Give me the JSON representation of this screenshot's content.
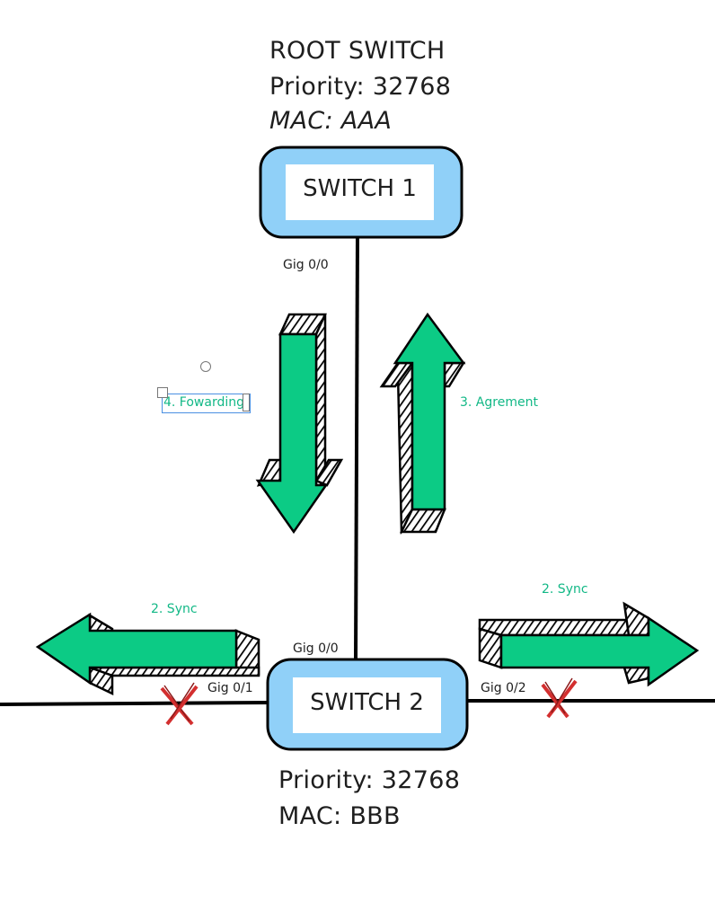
{
  "switch1": {
    "title": "ROOT SWITCH",
    "priority": "Priority: 32768",
    "mac": "MAC: AAA",
    "label": "SWITCH 1",
    "port": "Gig 0/0"
  },
  "switch2": {
    "label": "SWITCH 2",
    "priority": "Priority: 32768",
    "mac": "MAC: BBB",
    "ports": {
      "uplink": "Gig 0/0",
      "left": "Gig 0/1",
      "right": "Gig 0/2"
    }
  },
  "steps": {
    "sync_left": "2. Sync",
    "sync_right": "2. Sync",
    "agreement": "3. Agrement",
    "forwarding": "4. Fowarding"
  },
  "colors": {
    "arrow_fill": "#0ccb85",
    "switch_fill": "#90d0f8",
    "step_text": "#12b886",
    "blocked_x": "#d32f2f",
    "line": "#000000"
  }
}
